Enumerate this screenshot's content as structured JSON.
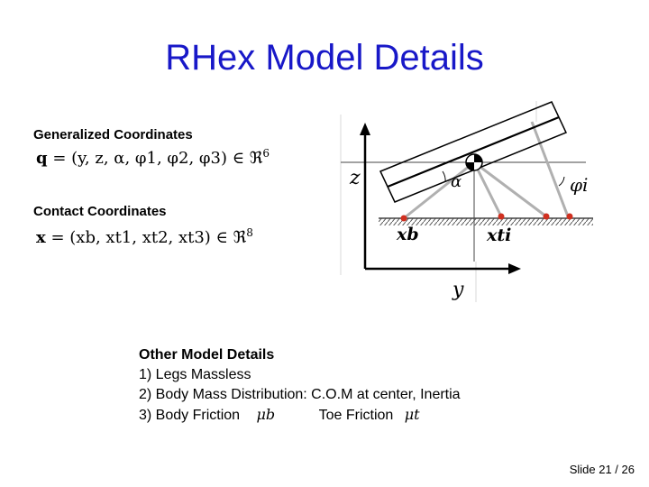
{
  "slide": {
    "title": "RHex Model Details",
    "generalized_label": "Generalized Coordinates",
    "generalized_eq": {
      "lhs": "q",
      "rhs": "= (y, z, α, φ1, φ2, φ3) ∈ ℜ",
      "exp": "6"
    },
    "contact_label": "Contact Coordinates",
    "contact_eq": {
      "lhs": "x",
      "rhs": "= (xb, xt1, xt2, xt3) ∈ ℜ",
      "exp": "8"
    },
    "diagram": {
      "z_label": "z",
      "y_label": "y",
      "alpha_label": "α",
      "phi_label": "φi",
      "xb_label": "xb",
      "xti_label": "xti"
    },
    "details": {
      "header": "Other Model Details",
      "item1": "1)  Legs Massless",
      "item2": "2)  Body Mass Distribution: C.O.M at center, Inertia",
      "item3_a": "3)  Body Friction",
      "item3_mu1": "μb",
      "item3_b": "Toe Friction",
      "item3_mu2": "μt"
    },
    "footer": "Slide 21 / 26"
  }
}
